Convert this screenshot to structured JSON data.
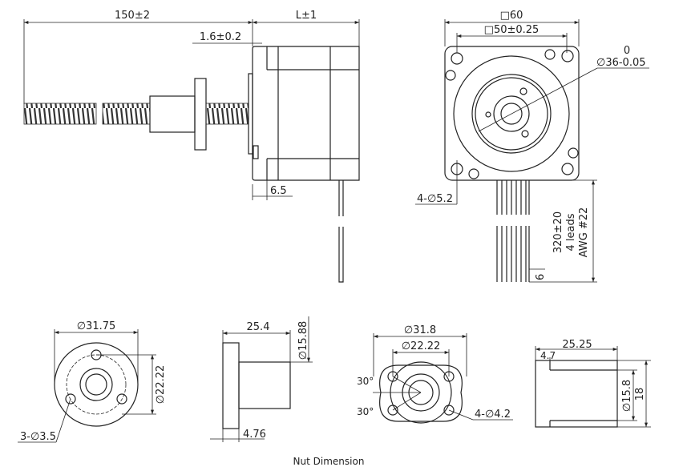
{
  "title": "Nut Dimension",
  "side_view": {
    "shaft_length": "150±2",
    "body_length": "L±1",
    "flange_thickness": "1.6±0.2",
    "boss": "6.5"
  },
  "front_view": {
    "square_outer": "□60",
    "square_hole_pitch": "□50±0.25",
    "pilot_tol": "0",
    "pilot_dia": "∅36-0.05",
    "mount_holes": "4-∅5.2",
    "lead_length": "320±20",
    "leads": "4 leads",
    "awg": "AWG #22",
    "strip": "6"
  },
  "nut1_front": {
    "outer_dia": "∅31.75",
    "pcd": "∅22.22",
    "holes": "3-∅3.5"
  },
  "nut1_side": {
    "length": "25.4",
    "body_dia": "∅15.88",
    "flange": "4.76"
  },
  "nut2_front": {
    "outer": "∅31.8",
    "pcd": "∅22.22",
    "angle_top": "30°",
    "angle_bottom": "30°",
    "holes": "4-∅4.2"
  },
  "nut2_side": {
    "length": "25.25",
    "flange": "4.7",
    "body_dia": "∅15.8",
    "height": "18"
  }
}
